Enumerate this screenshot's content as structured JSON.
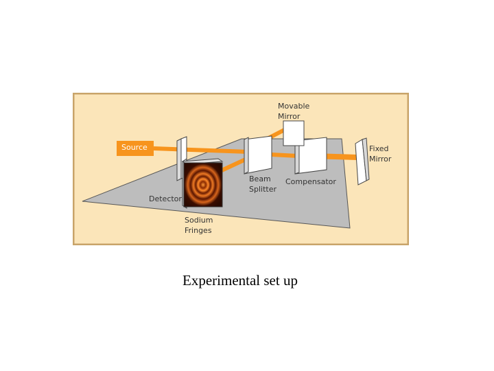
{
  "diagram": {
    "labels": {
      "source": "Source",
      "movable_mirror": "Movable\nMirror",
      "fixed_mirror": "Fixed\nMirror",
      "beam_splitter": "Beam\nSplitter",
      "compensator": "Compensator",
      "detector": "Detector",
      "sodium_fringes": "Sodium\nFringes"
    },
    "colors": {
      "background": "#fbe5b9",
      "border": "#c8a46a",
      "table": "#bdbdbd",
      "beam": "#f7941d",
      "fringes_center": "#ff8a2b",
      "fringes_edge": "#2a0a00"
    }
  },
  "caption": "Experimental set up"
}
